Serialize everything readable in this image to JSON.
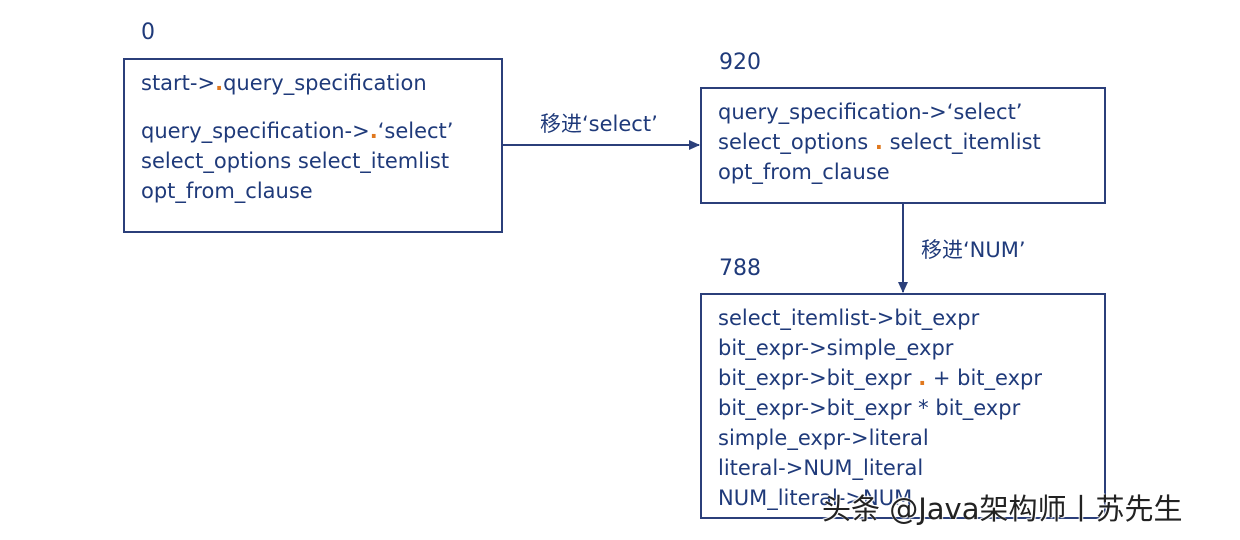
{
  "states": [
    {
      "id": "0",
      "items": [
        {
          "pre": "start->",
          "dot": ".",
          "post": "query_specification"
        },
        {
          "pre": "query_specification->",
          "dot": ".",
          "post": "‘select’"
        },
        {
          "pre": "select_options select_itemlist",
          "dot": "",
          "post": ""
        },
        {
          "pre": "opt_from_clause",
          "dot": "",
          "post": ""
        }
      ]
    },
    {
      "id": "920",
      "items": [
        {
          "pre": "query_specification->‘select’",
          "dot": "",
          "post": ""
        },
        {
          "pre": "select_options ",
          "dot": ".",
          "post": " select_itemlist"
        },
        {
          "pre": "opt_from_clause",
          "dot": "",
          "post": ""
        }
      ]
    },
    {
      "id": "788",
      "items": [
        {
          "pre": "select_itemlist->bit_expr",
          "dot": "",
          "post": ""
        },
        {
          "pre": "bit_expr->simple_expr",
          "dot": "",
          "post": ""
        },
        {
          "pre": "bit_expr->bit_expr ",
          "dot": ".",
          "post": " + bit_expr"
        },
        {
          "pre": "bit_expr->bit_expr * bit_expr",
          "dot": "",
          "post": ""
        },
        {
          "pre": "simple_expr->literal",
          "dot": "",
          "post": ""
        },
        {
          "pre": "literal->NUM_literal",
          "dot": "",
          "post": ""
        },
        {
          "pre": "NUM_literal->NUM",
          "dot": "",
          "post": ""
        }
      ]
    }
  ],
  "edges": [
    {
      "from": "0",
      "to": "920",
      "label": "移进‘select’"
    },
    {
      "from": "920",
      "to": "788",
      "label": "移进‘NUM’"
    }
  ],
  "watermark": "头条 @Java架构师丨苏先生",
  "colors": {
    "line": "#2b3f7a",
    "text": "#1f3a7a",
    "dot": "#e0781e"
  }
}
